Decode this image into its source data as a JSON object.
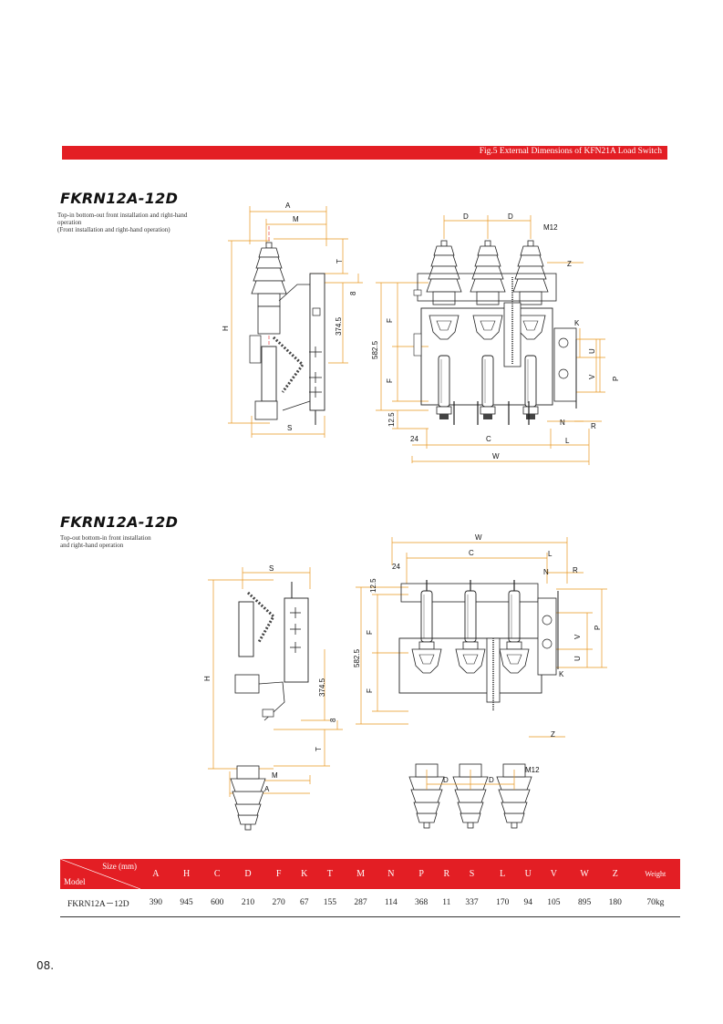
{
  "banner": {
    "text": "Fig.5 External Dimensions of KFN21A Load Switch",
    "color": "#e31e24"
  },
  "drawing1": {
    "title": "FKRN12A-12D",
    "description": [
      "Top-in bottom-out front installation and right-hand",
      "operation",
      "(Front installation and right-hand operation)"
    ],
    "labels": {
      "A": "A",
      "M": "M",
      "T": "T",
      "H": "H",
      "S": "S",
      "v8": "8",
      "v3745": "374.5",
      "D1": "D",
      "D2": "D",
      "M12": "M12",
      "Z": "Z",
      "F1": "F",
      "F2": "F",
      "v5825": "582.5",
      "K": "K",
      "U": "U",
      "V": "V",
      "P": "P",
      "N": "N",
      "R": "R",
      "v125": "12.5",
      "v24": "24",
      "C": "C",
      "L": "L",
      "W": "W"
    }
  },
  "drawing2": {
    "title": "FKRN12A-12D",
    "description": [
      "Top-out bottom-in front installation",
      "and right-hand operation"
    ],
    "labels": {
      "W": "W",
      "C": "C",
      "v24": "24",
      "v125": "12.5",
      "L": "L",
      "N": "N",
      "R": "R",
      "S": "S",
      "H": "H",
      "F1": "F",
      "F2": "F",
      "v5825": "582.5",
      "v3745": "374.5",
      "v8": "8",
      "T": "T",
      "V": "V",
      "P": "P",
      "U": "U",
      "K": "K",
      "Z": "Z",
      "M12": "M12",
      "D1": "D",
      "D2": "D",
      "M": "M",
      "A": "A"
    }
  },
  "table": {
    "size_label": "Size (mm)",
    "model_label": "Model",
    "columns": [
      "A",
      "H",
      "C",
      "D",
      "F",
      "K",
      "T",
      "M",
      "N",
      "P",
      "R",
      "S",
      "L",
      "U",
      "V",
      "W",
      "Z"
    ],
    "weight_label": "Weight",
    "rows": [
      {
        "model": "FKRN12A－12D",
        "values": [
          "390",
          "945",
          "600",
          "210",
          "270",
          "67",
          "155",
          "287",
          "114",
          "368",
          "11",
          "337",
          "170",
          "94",
          "105",
          "895",
          "180"
        ],
        "weight": "70kg"
      }
    ]
  },
  "page_number": "08.",
  "colors": {
    "dimension_line": "#e8961e",
    "accent": "#e31e24",
    "drawing_line": "#222222"
  }
}
